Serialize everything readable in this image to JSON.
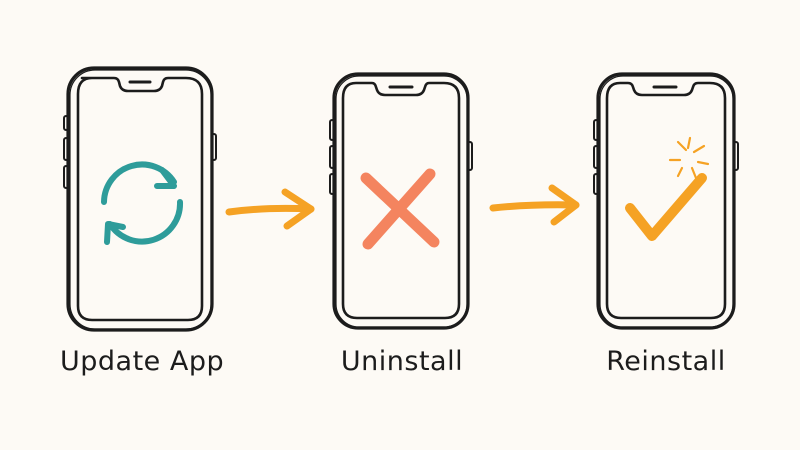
{
  "colors": {
    "background": "#fdfaf5",
    "outline": "#1c1c1c",
    "sync": "#2e9c9a",
    "cross": "#f4845f",
    "check": "#f5a224",
    "arrow": "#f5a224"
  },
  "steps": [
    {
      "label": "Update App",
      "icon": "sync-icon"
    },
    {
      "label": "Uninstall",
      "icon": "cross-icon"
    },
    {
      "label": "Reinstall",
      "icon": "checkmark-icon"
    }
  ],
  "connectors": [
    {
      "icon": "arrow-right-icon"
    },
    {
      "icon": "arrow-right-icon"
    }
  ]
}
